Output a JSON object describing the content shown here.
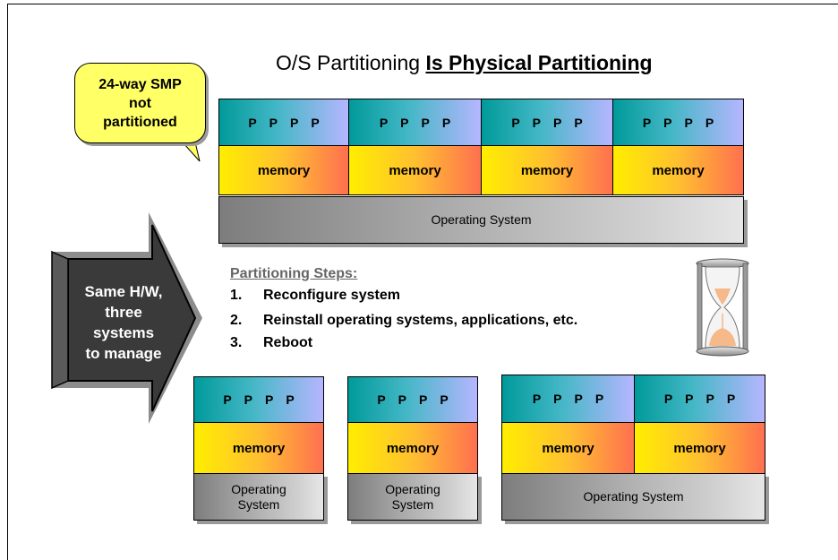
{
  "title": {
    "plain": "O/S Partitioning ",
    "bold": "Is Physical Partitioning"
  },
  "callout": {
    "lines": [
      "24-way SMP",
      "not",
      "partitioned"
    ]
  },
  "arrow": {
    "lines": [
      "Same H/W,",
      "three",
      "systems",
      "to manage"
    ]
  },
  "cpu_label": "P",
  "memory_label": "memory",
  "top_os_label": "Operating System",
  "steps": {
    "title": "Partitioning Steps:",
    "items": [
      {
        "num": "1.",
        "text": "Reconfigure system"
      },
      {
        "num": "2.",
        "text": "Reinstall operating systems, applications, etc."
      },
      {
        "num": "3.",
        "text": "Reboot"
      }
    ]
  },
  "bottom": {
    "os1": [
      "Operating",
      "System"
    ],
    "os2": [
      "Operating",
      "System"
    ],
    "os3": "Operating System"
  },
  "icons": {
    "hourglass": "hourglass-icon",
    "arrow": "arrow-right-icon"
  }
}
